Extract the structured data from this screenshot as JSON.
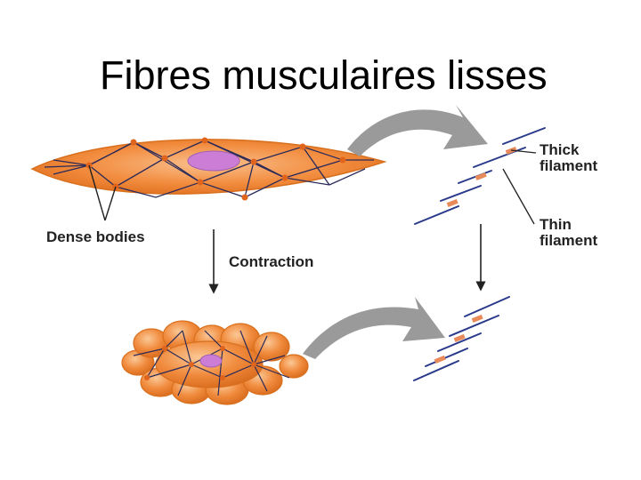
{
  "title": "Fibres musculaires lisses",
  "labels": {
    "dense_bodies": "Dense bodies",
    "contraction": "Contraction",
    "thick_filament_line1": "Thick",
    "thick_filament_line2": "filament",
    "thin_filament_line1": "Thin",
    "thin_filament_line2": "filament"
  },
  "colors": {
    "cell_fill": "#f08a3c",
    "cell_light": "#f7b47a",
    "cell_outline": "#d8701e",
    "nucleus": "#cc7ed6",
    "network": "#2a2a5a",
    "dense_body": "#e0641c",
    "filament": "#2a3a8a",
    "myosin_head": "#e88a5a",
    "arrow": "#9a9a9a"
  }
}
